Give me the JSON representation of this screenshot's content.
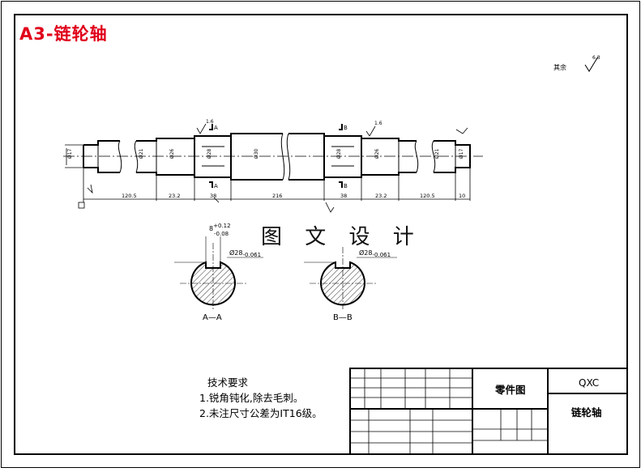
{
  "title": "A3-链轮轴",
  "watermark": "图 文 设 计",
  "roughness": {
    "label": "其余",
    "value": "6.3"
  },
  "labels": {
    "section_a": "A—A",
    "section_b": "B—B",
    "mark_a": "A",
    "mark_b": "B",
    "rough_16": "1.6",
    "tol_keyway": [
      "8",
      "+0.12",
      "-0.08"
    ],
    "tol_dia": [
      "Ø28",
      "-0.061"
    ]
  },
  "dimensions": [
    "120.5",
    "23.2",
    "38",
    "216",
    "38",
    "23.2",
    "120.5",
    "10"
  ],
  "notes": {
    "heading": "技术要求",
    "items": [
      "1.锐角钝化,除去毛刺。",
      "2.未注尺寸公差为IT16级。"
    ]
  },
  "title_block": {
    "drawing_type": "零件图",
    "code": "QXC",
    "part_name": "链轮轴"
  }
}
